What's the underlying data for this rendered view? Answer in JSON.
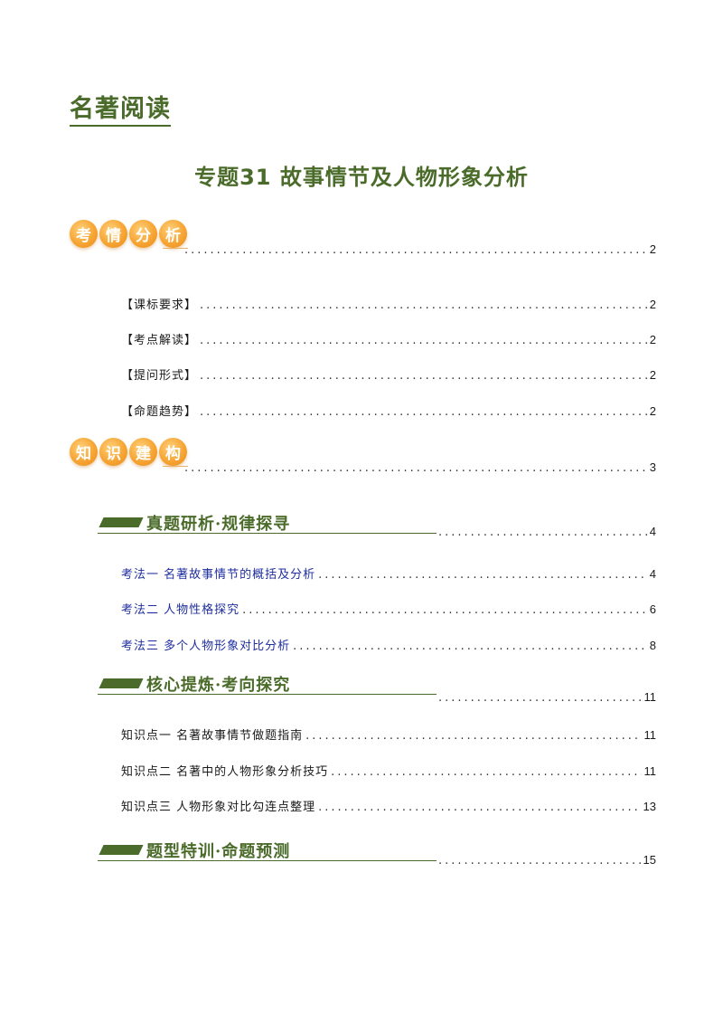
{
  "header": {
    "title": "名著阅读"
  },
  "topic": {
    "title": "专题31  故事情节及人物形象分析"
  },
  "badges": {
    "analysis": {
      "chars": [
        "考",
        "情",
        "分",
        "析"
      ],
      "page": "2"
    },
    "knowledge": {
      "chars": [
        "知",
        "识",
        "建",
        "构"
      ],
      "page": "3"
    }
  },
  "analysis_items": [
    {
      "label": "【课标要求】",
      "page": "2"
    },
    {
      "label": "【考点解读】",
      "page": "2"
    },
    {
      "label": "【提问形式】",
      "page": "2"
    },
    {
      "label": "【命题趋势】",
      "page": "2"
    }
  ],
  "sections": [
    {
      "title": "真题研析·规律探寻",
      "page": "4",
      "items": [
        {
          "label": "考法一  名著故事情节的概括及分析",
          "page": "4"
        },
        {
          "label": "考法二  人物性格探究",
          "page": "6"
        },
        {
          "label": "考法三  多个人物形象对比分析",
          "page": "8"
        }
      ]
    },
    {
      "title": "核心提炼·考向探究",
      "page": "11",
      "items": [
        {
          "label": "知识点一  名著故事情节做题指南",
          "page": "11"
        },
        {
          "label": "知识点二  名著中的人物形象分析技巧",
          "page": "11"
        },
        {
          "label": "知识点三  人物形象对比勾连点整理",
          "page": "13"
        }
      ]
    },
    {
      "title": "题型特训·命题预测",
      "page": "15",
      "items": []
    }
  ],
  "colors": {
    "green": "#4a6b2a",
    "orange": "#f6a534",
    "blue": "#1f2f9e"
  }
}
